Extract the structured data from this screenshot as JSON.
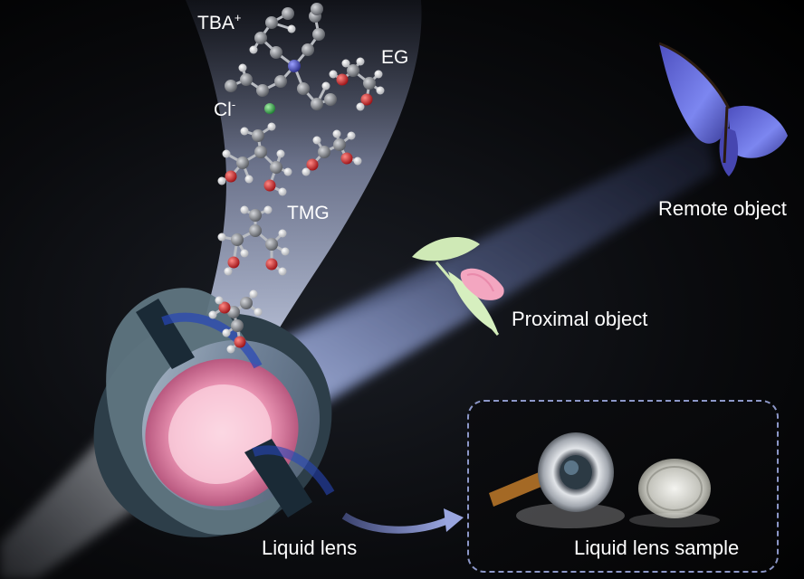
{
  "labels": {
    "tba": "TBA",
    "tba_charge": "+",
    "eg": "EG",
    "cl": "Cl",
    "cl_charge": "-",
    "tmg": "TMG",
    "remote_object": "Remote object",
    "proximal_object": "Proximal object",
    "liquid_lens": "Liquid lens",
    "liquid_lens_sample": "Liquid lens sample"
  },
  "colors": {
    "carbon": "#8d8f93",
    "hydrogen": "#e6e6e6",
    "oxygen": "#d0141b",
    "nitrogen": "#3b3fb0",
    "chloride": "#33b04a",
    "beam": "#9fb3e8",
    "butterfly": "#6a6fe0",
    "petal": "#f3a6c0",
    "leaf": "#bfe6a0",
    "inset_border": "#8c97c8"
  }
}
